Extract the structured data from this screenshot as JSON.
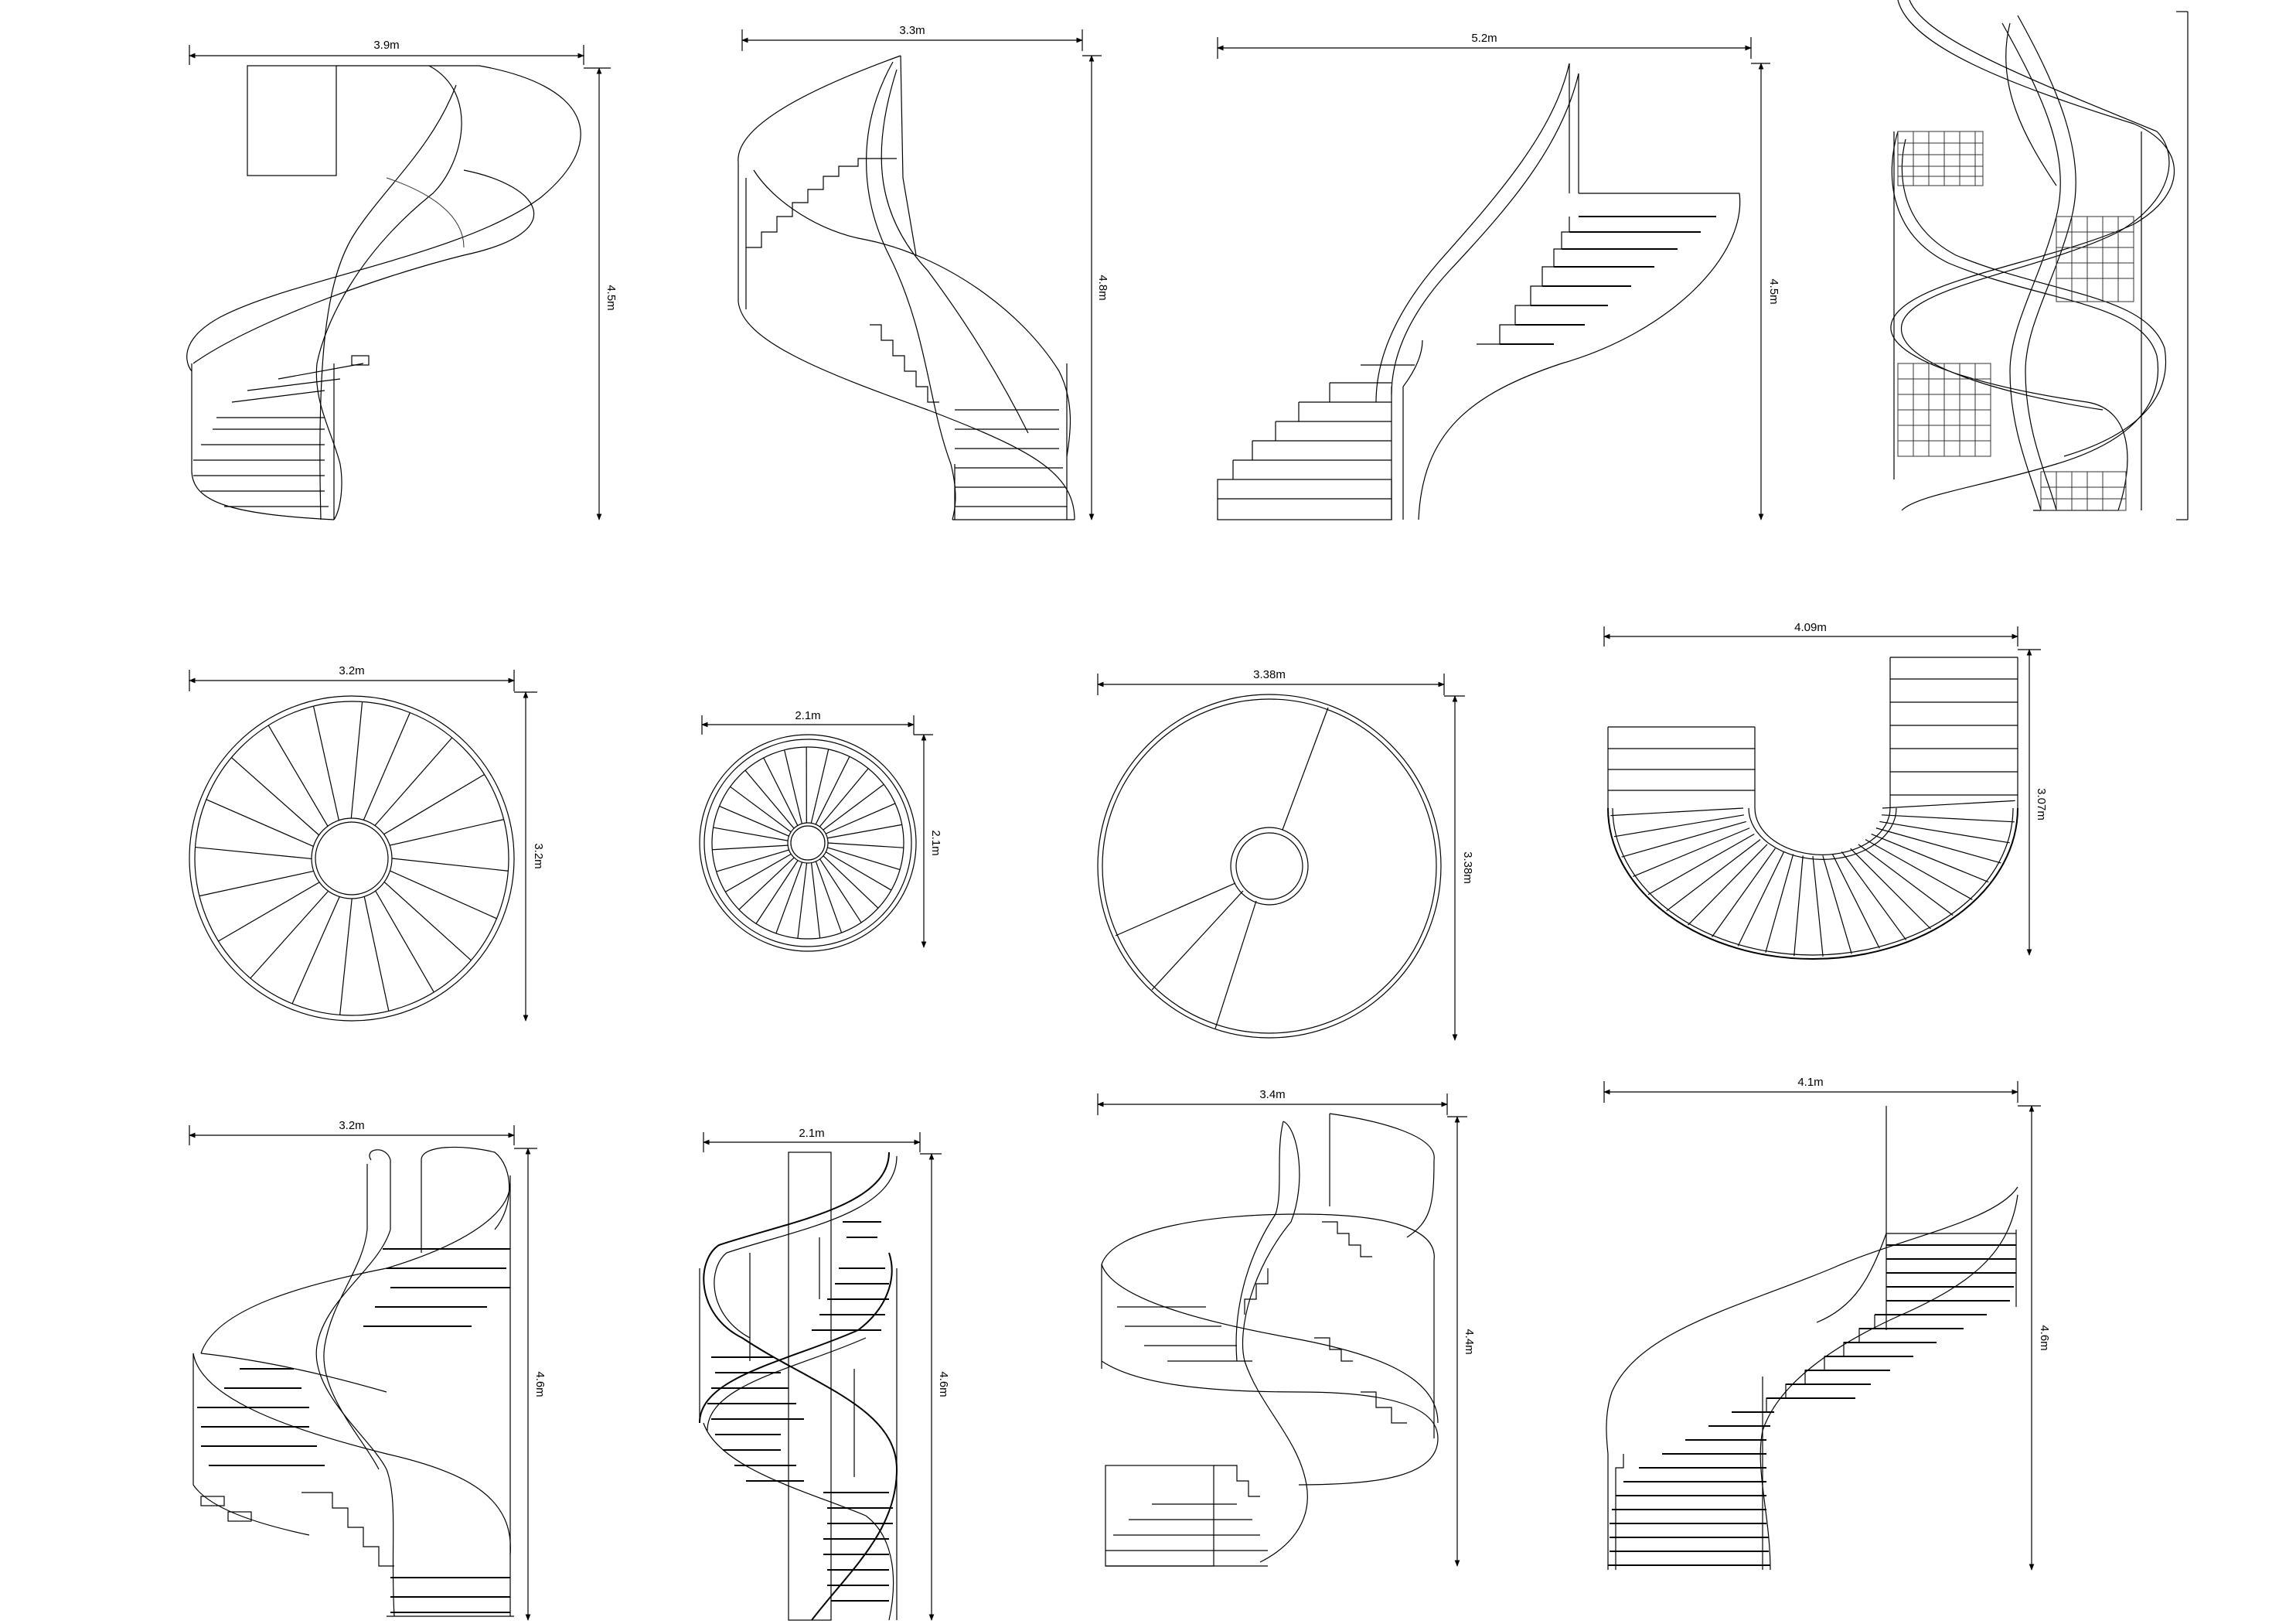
{
  "drawing": {
    "row1": [
      {
        "id": "s1",
        "width_label": "3.9m",
        "height_label": "4.5m"
      },
      {
        "id": "s2",
        "width_label": "3.3m",
        "height_label": "4.8m"
      },
      {
        "id": "s3",
        "width_label": "5.2m",
        "height_label": "4.5m"
      },
      {
        "id": "s4"
      }
    ],
    "row2": [
      {
        "id": "p1",
        "width_label": "3.2m",
        "height_label": "3.2m"
      },
      {
        "id": "p2",
        "width_label": "2.1m",
        "height_label": "2.1m"
      },
      {
        "id": "p3",
        "width_label": "3.38m",
        "height_label": "3.38m"
      },
      {
        "id": "p4",
        "width_label": "4.09m",
        "height_label": "3.07m"
      }
    ],
    "row3": [
      {
        "id": "e1",
        "width_label": "3.2m",
        "height_label": "4.6m"
      },
      {
        "id": "e2",
        "width_label": "2.1m",
        "height_label": "4.6m"
      },
      {
        "id": "e3",
        "width_label": "3.4m",
        "height_label": "4.4m"
      },
      {
        "id": "e4",
        "width_label": "4.1m",
        "height_label": "4.6m"
      }
    ]
  }
}
